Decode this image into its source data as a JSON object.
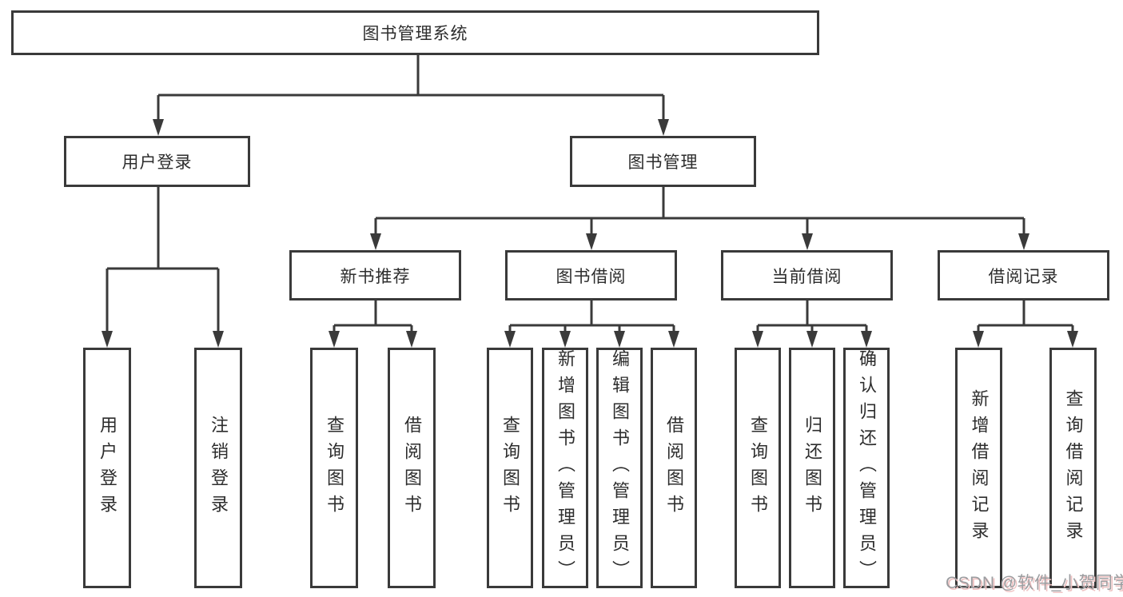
{
  "diagram": {
    "root": {
      "label": "图书管理系统"
    },
    "branches": [
      {
        "label": "用户登录",
        "children": [
          {
            "label": "用户登录"
          },
          {
            "label": "注销登录"
          }
        ]
      },
      {
        "label": "图书管理",
        "children": [
          {
            "label": "新书推荐",
            "children": [
              {
                "label": "查询图书"
              },
              {
                "label": "借阅图书"
              }
            ]
          },
          {
            "label": "图书借阅",
            "children": [
              {
                "label": "查询图书"
              },
              {
                "label": "新增图书（管理员）"
              },
              {
                "label": "编辑图书（管理员）"
              },
              {
                "label": "借阅图书"
              }
            ]
          },
          {
            "label": "当前借阅",
            "children": [
              {
                "label": "查询图书"
              },
              {
                "label": "归还图书"
              },
              {
                "label": "确认归还（管理员）"
              }
            ]
          },
          {
            "label": "借阅记录",
            "children": [
              {
                "label": "新增借阅记录"
              },
              {
                "label": "查询借阅记录"
              }
            ]
          }
        ]
      }
    ]
  },
  "watermark": {
    "text": "CSDN @软件_小贺同学"
  },
  "colors": {
    "line": "#3a3a3a",
    "box_border": "#3a3a3a",
    "background": "#ffffff",
    "text": "#2d2d2d",
    "watermark_text": "#9b9da0",
    "watermark_shadow": "#efc3c3"
  }
}
